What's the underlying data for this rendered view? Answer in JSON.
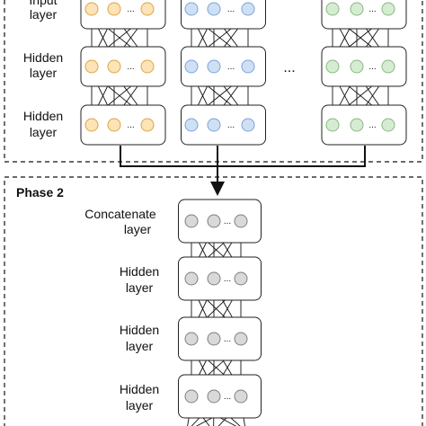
{
  "phase1": {
    "input_label_line1": "Input",
    "input_label_line2": "layer",
    "hidden1_label_line1": "Hidden",
    "hidden1_label_line2": "layer",
    "hidden2_label_line1": "Hidden",
    "hidden2_label_line2": "layer",
    "between_columns_ellipsis": "...",
    "columns": [
      {
        "node_fill": "#fde3b5",
        "node_stroke": "#d9a54a"
      },
      {
        "node_fill": "#cfe0f5",
        "node_stroke": "#7aa3d6"
      },
      {
        "node_fill": "#d6ecd2",
        "node_stroke": "#86b97e"
      }
    ]
  },
  "phase2": {
    "title": "Phase 2",
    "concat_label_line1": "Concatenate",
    "concat_label_line2": "layer",
    "layers": [
      {
        "line1": "Hidden",
        "line2": "layer"
      },
      {
        "line1": "Hidden",
        "line2": "layer"
      },
      {
        "line1": "Hidden",
        "line2": "layer"
      }
    ],
    "node_fill": "#d9d9d9",
    "node_stroke": "#7f7f7f"
  },
  "node_ellipsis": "..."
}
